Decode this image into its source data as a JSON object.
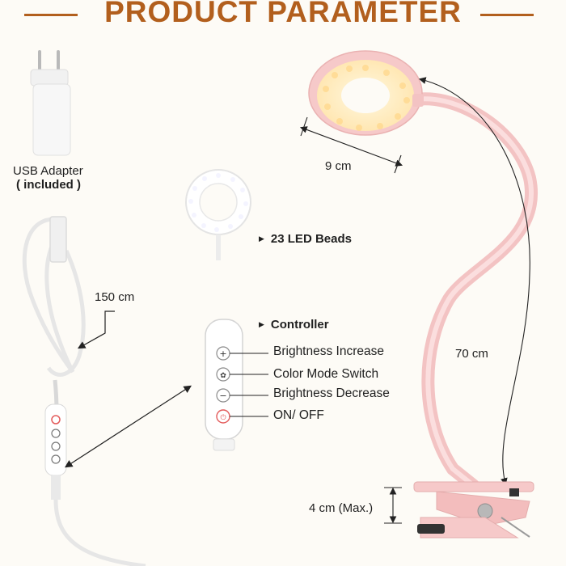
{
  "header": {
    "title": "PRODUCT PARAMETER"
  },
  "adapter": {
    "line1": "USB Adapter",
    "line2": "( included )"
  },
  "cable": {
    "length": "150 cm"
  },
  "lamp": {
    "head_diameter": "9 cm",
    "arm_length": "70 cm",
    "clip_opening": "4 cm (Max.)",
    "led_beads": "23 LED Beads"
  },
  "controller": {
    "title": "Controller",
    "buttons": [
      {
        "label": "Brightness Increase",
        "icon": "plus-icon"
      },
      {
        "label": "Color Mode Switch",
        "icon": "color-mode-icon"
      },
      {
        "label": "Brightness Decrease",
        "icon": "minus-icon"
      },
      {
        "label": "ON/ OFF",
        "icon": "power-icon"
      }
    ]
  },
  "colors": {
    "accent": "#b25f1d",
    "lamp_pink": "#f6c9c9",
    "controller_white": "#ffffff"
  }
}
